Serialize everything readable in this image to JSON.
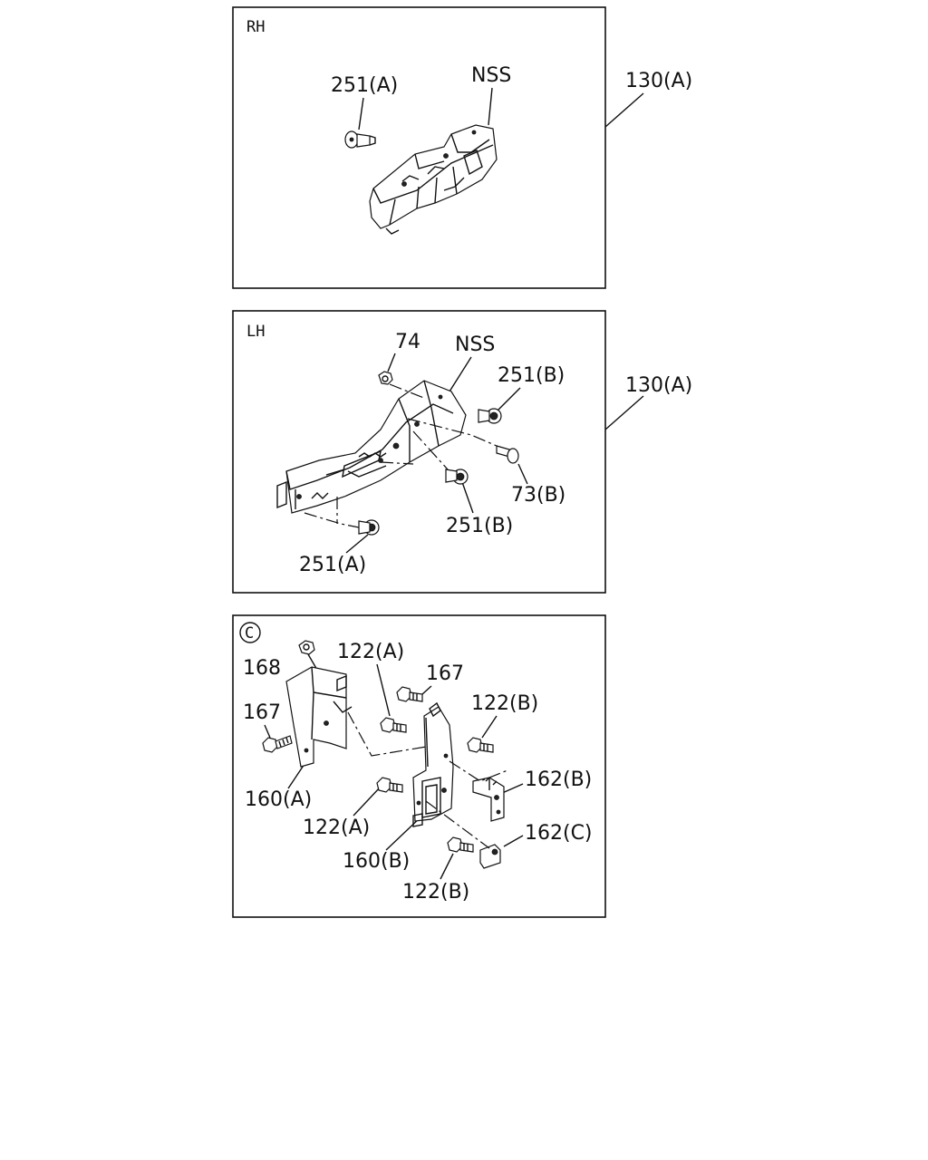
{
  "panels": {
    "rh": {
      "title": "RH",
      "labels": {
        "c251a": "251(A)",
        "nss": "NSS"
      },
      "callout": "130(A)"
    },
    "lh": {
      "title": "LH",
      "labels": {
        "c74": "74",
        "nss": "NSS",
        "c251b_top": "251(B)",
        "c73b": "73(B)",
        "c251b_bot": "251(B)",
        "c251a": "251(A)"
      },
      "callout": "130(A)"
    },
    "c": {
      "title": "C",
      "labels": {
        "c168": "168",
        "c122a_top": "122(A)",
        "c167_top": "167",
        "c122b_top": "122(B)",
        "c167_left": "167",
        "c162b": "162(B)",
        "c160a": "160(A)",
        "c122a_bot": "122(A)",
        "c162c": "162(C)",
        "c160b": "160(B)",
        "c122b_bot": "122(B)"
      }
    }
  }
}
